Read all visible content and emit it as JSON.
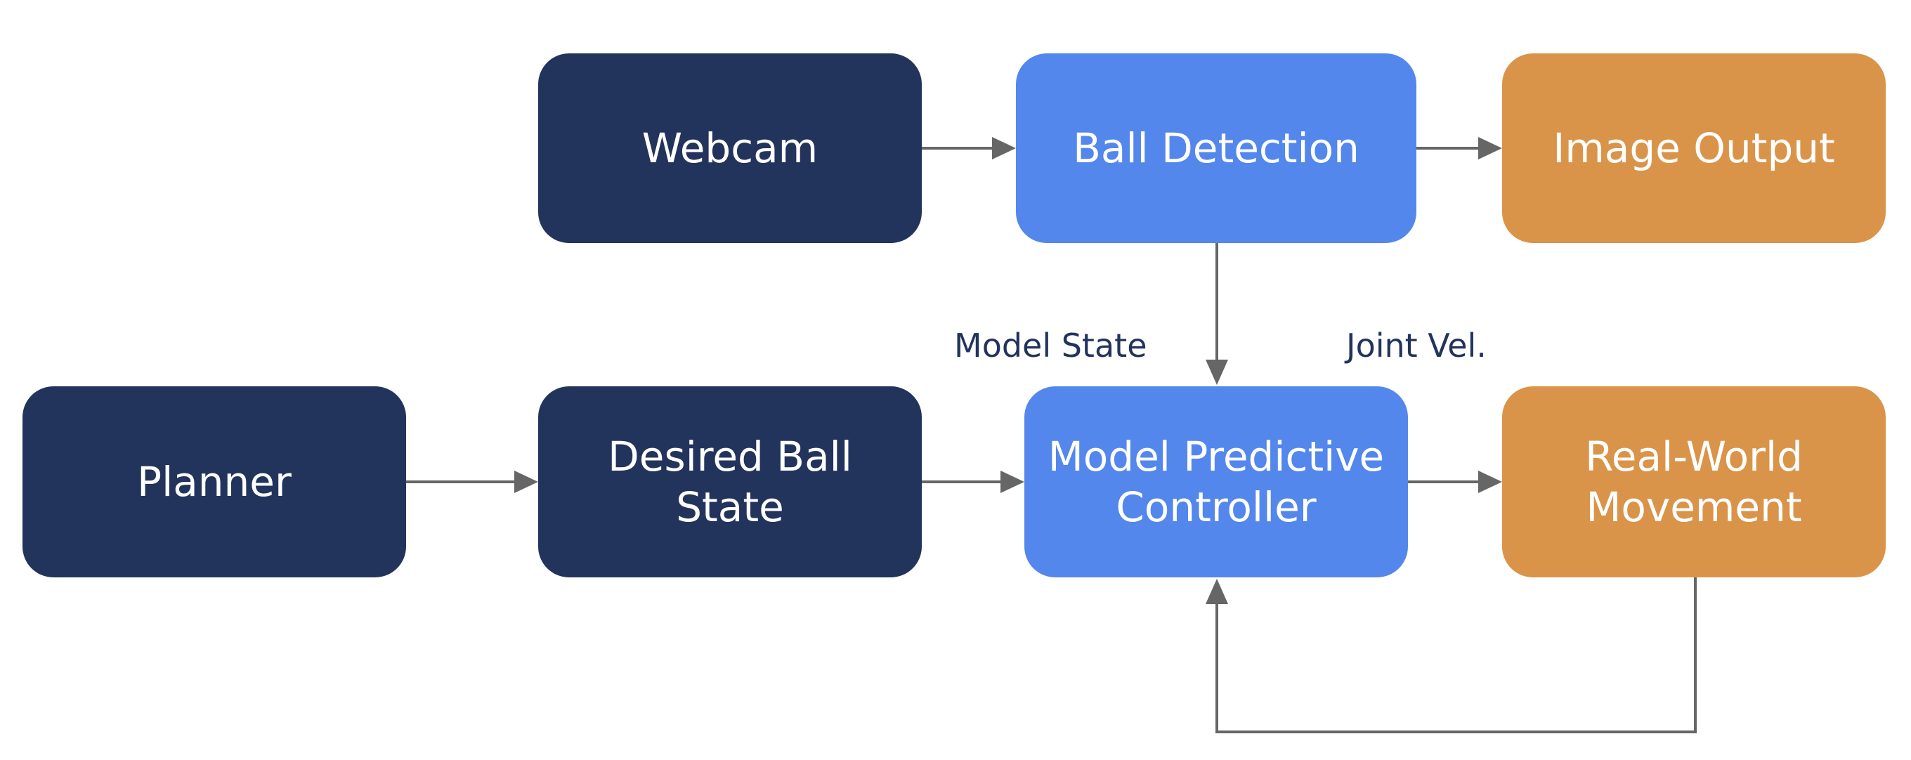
{
  "colors": {
    "navy": "#22345c",
    "blue": "#5387ec",
    "orange": "#d9944a",
    "arrow": "#666666"
  },
  "nodes": {
    "webcam": {
      "label": "Webcam"
    },
    "ball_detection": {
      "label": "Ball Detection"
    },
    "image_output": {
      "label": "Image Output"
    },
    "planner": {
      "label": "Planner"
    },
    "desired_ball_state": {
      "line1": "Desired Ball",
      "line2": "State"
    },
    "mpc": {
      "line1": "Model Predictive",
      "line2": "Controller"
    },
    "real_world_movement": {
      "line1": "Real-World",
      "line2": "Movement"
    }
  },
  "edge_labels": {
    "model_state": "Model State",
    "joint_vel": "Joint Vel."
  }
}
